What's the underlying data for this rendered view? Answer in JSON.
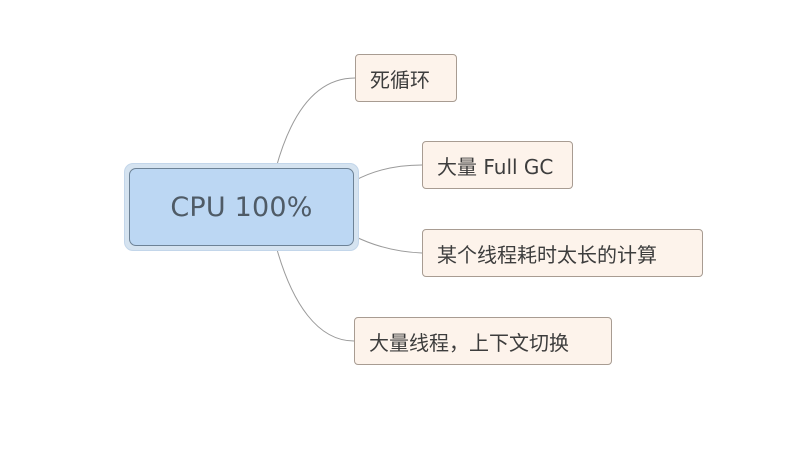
{
  "mindmap": {
    "central": {
      "label": "CPU 100%"
    },
    "branches": [
      {
        "label": "死循环"
      },
      {
        "label": "大量 Full GC"
      },
      {
        "label": "某个线程耗时太长的计算"
      },
      {
        "label": "大量线程，上下文切换"
      }
    ]
  },
  "colors": {
    "central_fill": "#bcd7f3",
    "central_border": "#6d8296",
    "branch_fill": "#fdf3eb",
    "branch_border": "#a89c92",
    "connector": "#9a9a9a"
  }
}
